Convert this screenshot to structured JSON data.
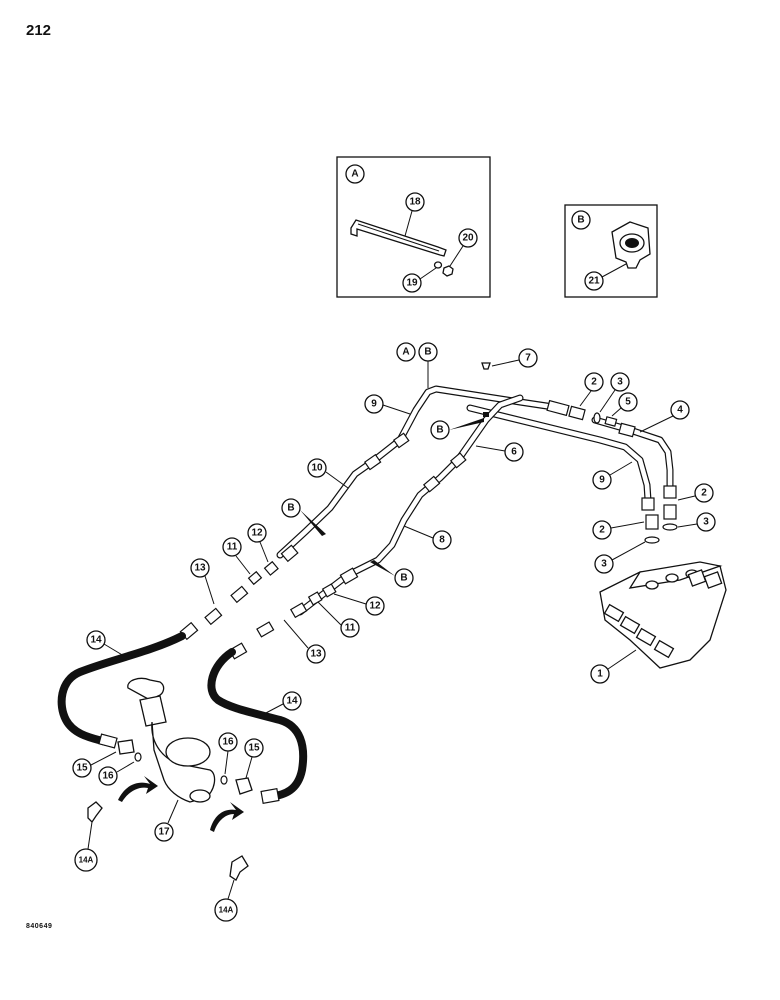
{
  "page_number": "212",
  "figure_code": "840649",
  "detail_a": {
    "label": "A",
    "callouts": [
      "18",
      "20",
      "19"
    ]
  },
  "detail_b": {
    "label": "B",
    "callouts": [
      "21"
    ]
  },
  "callouts": {
    "c1": "1",
    "c2a": "2",
    "c2b": "2",
    "c2c": "2",
    "c3a": "3",
    "c3b": "3",
    "c3c": "3",
    "c4": "4",
    "c5": "5",
    "c6": "6",
    "c7": "7",
    "c8": "8",
    "c9a": "9",
    "c9b": "9",
    "c10": "10",
    "c11a": "11",
    "c11b": "11",
    "c12a": "12",
    "c12b": "12",
    "c13a": "13",
    "c13b": "13",
    "c14a": "14",
    "c14b": "14",
    "c14Aa": "14A",
    "c14Ab": "14A",
    "c15a": "15",
    "c15b": "15",
    "c16a": "16",
    "c16b": "16",
    "c17": "17",
    "cAm": "A",
    "cBm": "B",
    "cB1": "B",
    "cB2": "B",
    "cB3": "B"
  }
}
